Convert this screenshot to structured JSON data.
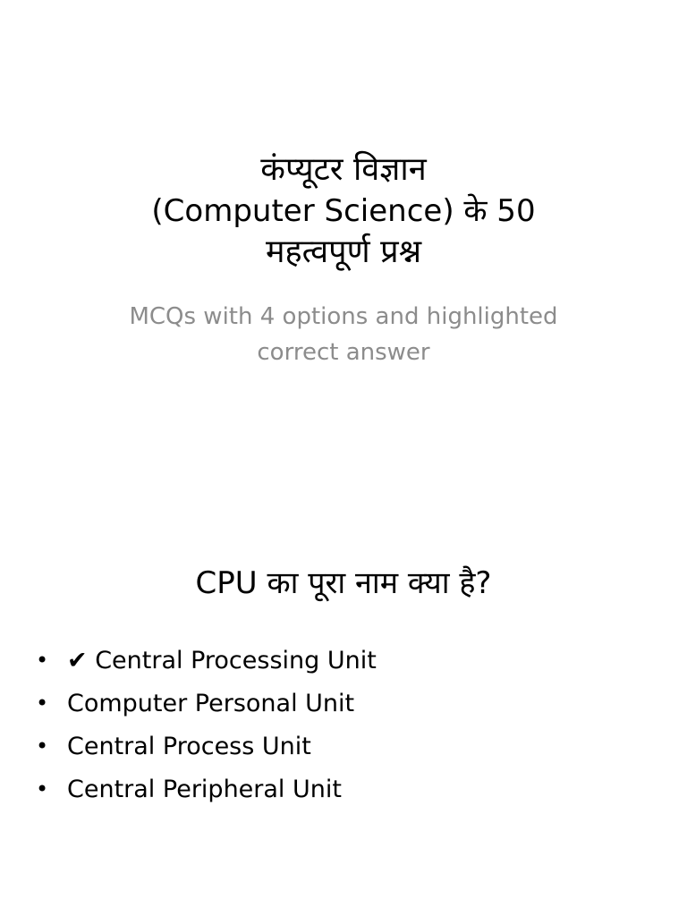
{
  "slide1": {
    "title_line1": "कंप्यूटर विज्ञान",
    "title_line2": "(Computer Science) के 50",
    "title_line3": "महत्वपूर्ण प्रश्न",
    "subtitle": "MCQs with 4 options and highlighted correct answer"
  },
  "slide2": {
    "question": "CPU का पूरा नाम क्या है?",
    "bullet_glyph": "•",
    "options": [
      "✔ Central Processing Unit",
      "Computer Personal Unit",
      "Central Process Unit",
      "Central Peripheral Unit"
    ]
  }
}
